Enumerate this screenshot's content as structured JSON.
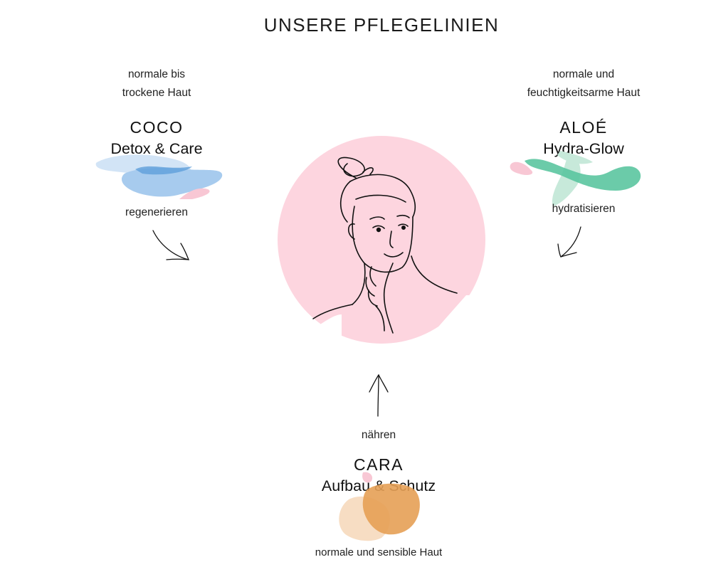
{
  "title": "UNSERE PFLEGELINIEN",
  "colors": {
    "face_circle": "#fdd5df",
    "coco_light": "#d2e4f6",
    "coco_mid": "#a7cbee",
    "coco_dark": "#5f9fdb",
    "aloe_dark": "#57c49d",
    "aloe_light": "#c7e9da",
    "cara_dark": "#e6a055",
    "cara_light": "#f7ddc3",
    "accent_pink": "#f8c7d4"
  },
  "coco": {
    "skin_line1": "normale bis",
    "skin_line2": "trockene Haut",
    "name": "COCO",
    "subtitle": "Detox & Care",
    "verb": "regenerieren"
  },
  "aloe": {
    "skin_line1": "normale und",
    "skin_line2": "feuchtigkeitsarme Haut",
    "name": "ALOÉ",
    "subtitle": "Hydra-Glow",
    "verb": "hydratisieren"
  },
  "cara": {
    "verb": "nähren",
    "name": "CARA",
    "subtitle": "Aufbau & Schutz",
    "skin": "normale und sensible Haut"
  }
}
